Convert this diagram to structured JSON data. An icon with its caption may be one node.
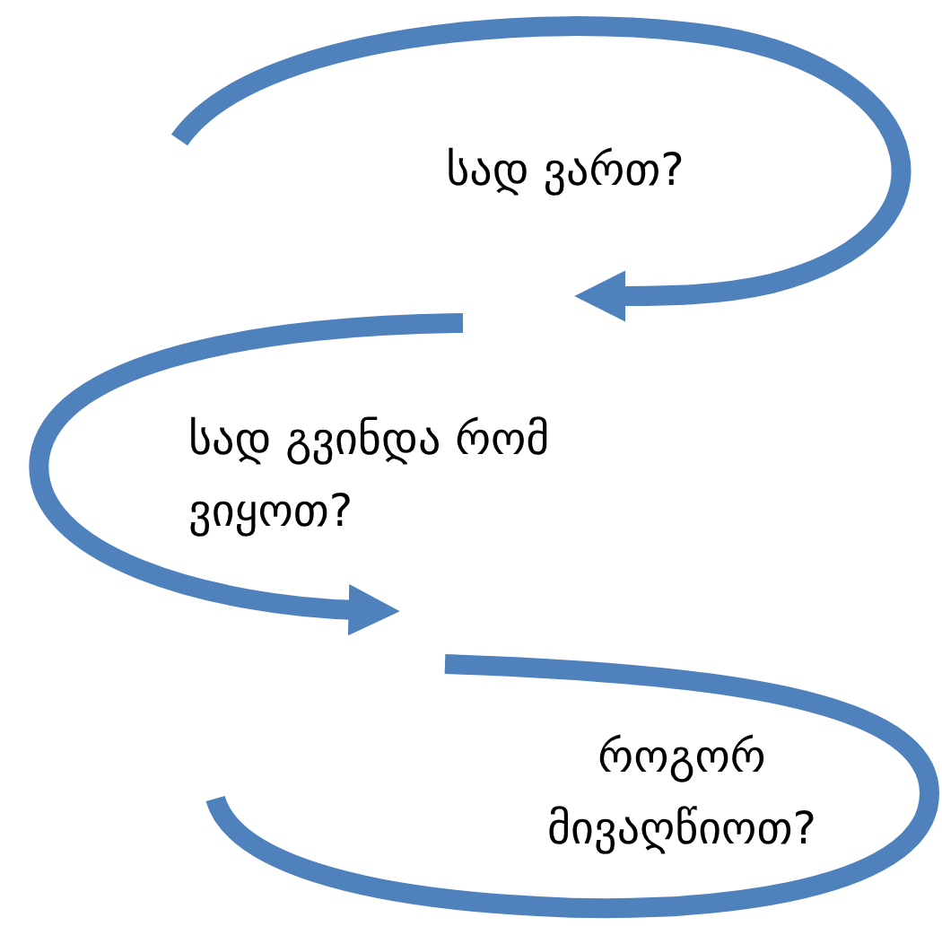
{
  "diagram": {
    "nodes": [
      {
        "text": [
          "სად ვართ?"
        ]
      },
      {
        "text": [
          "სად გვინდა რომ ვიყოთ?"
        ]
      },
      {
        "text": [
          "როგორ მივაღწიოთ?"
        ]
      }
    ]
  }
}
